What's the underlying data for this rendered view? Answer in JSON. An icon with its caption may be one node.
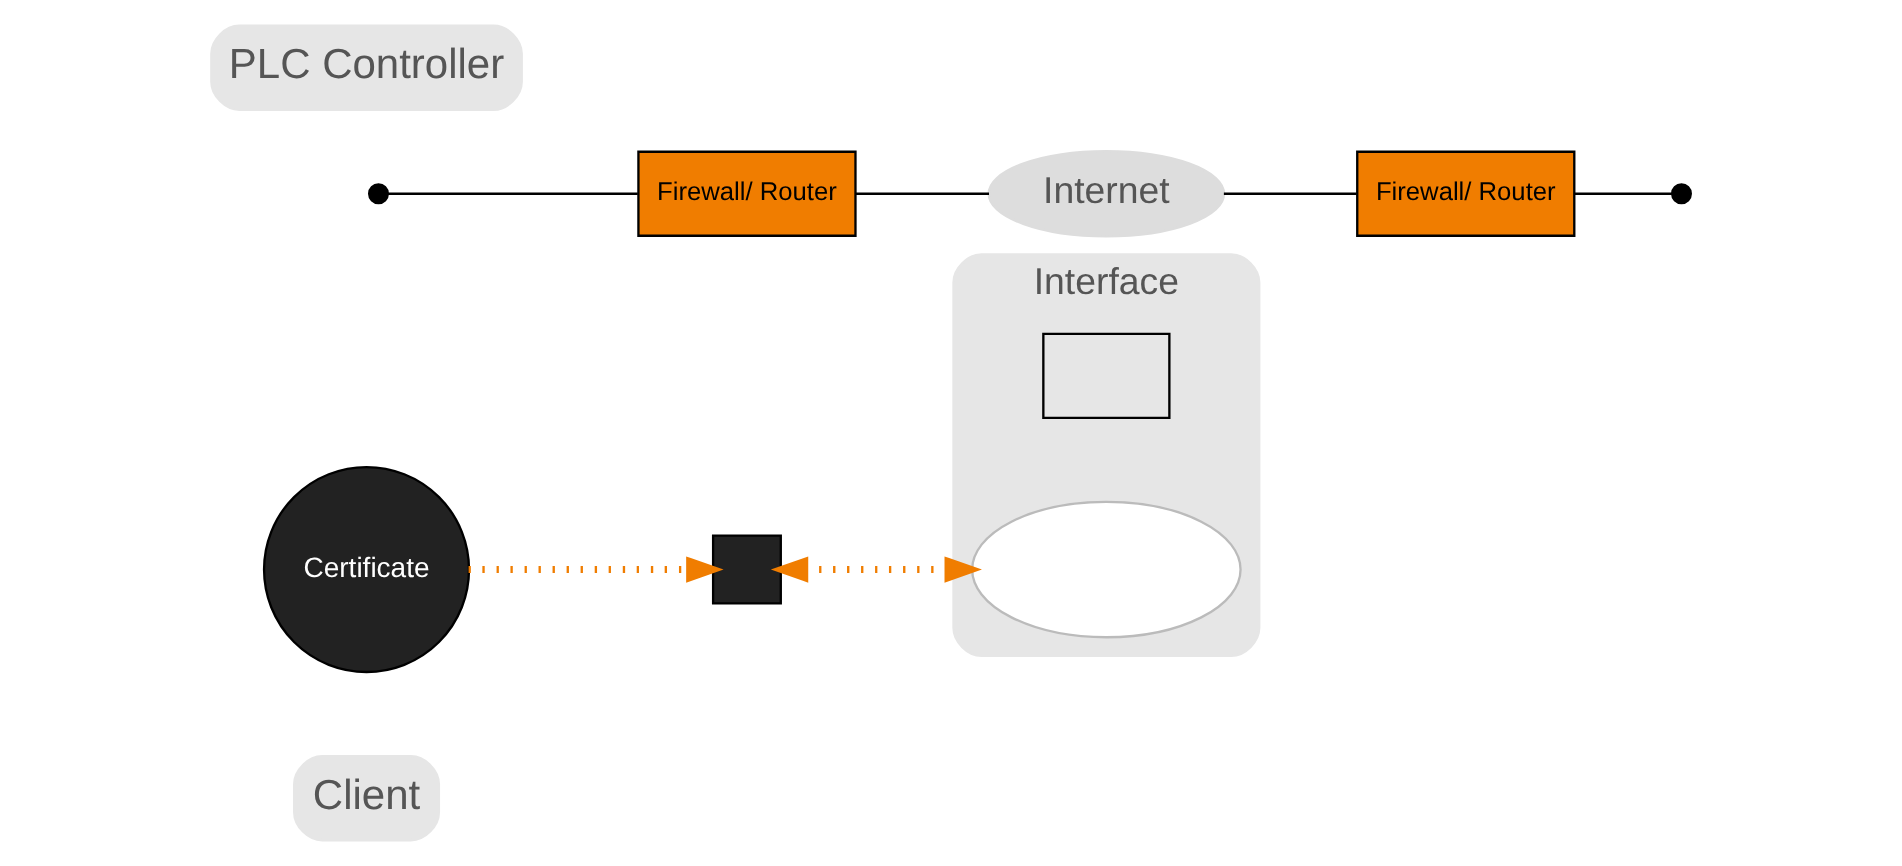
{
  "diagram": {
    "nodes": [
      {
        "text": [
          "Client"
        ]
      },
      {
        "text": [
          "Certificate"
        ]
      },
      {
        "text": [
          "Firewall/ Router"
        ]
      },
      {
        "text": [
          "Internet"
        ]
      },
      {
        "text": [
          "Firewall/ Router"
        ]
      },
      {
        "text": [
          "PLC Controller"
        ]
      },
      {
        "text": [],
        "shape": "box"
      },
      {
        "text": [
          "Interface"
        ]
      },
      {
        "text": [],
        "shape": "box",
        "in": 7
      },
      {
        "text": [],
        "shape": "cloud",
        "in": 7
      }
    ],
    "edges": [
      {
        "from": null,
        "to": 2,
        "arrow": "other"
      },
      {
        "from": 2,
        "to": 3,
        "arrow": "none"
      },
      {
        "from": 3,
        "to": 4,
        "arrow": "none"
      },
      {
        "from": 4,
        "to": null,
        "arrow": "other"
      },
      {
        "from": 1,
        "to": 6,
        "arrow": "to",
        "style": "dashed",
        "color": "#f07d00"
      },
      {
        "from": 6,
        "to": 9,
        "arrow": "both",
        "style": "dashed",
        "color": "#f07d00"
      }
    ]
  }
}
